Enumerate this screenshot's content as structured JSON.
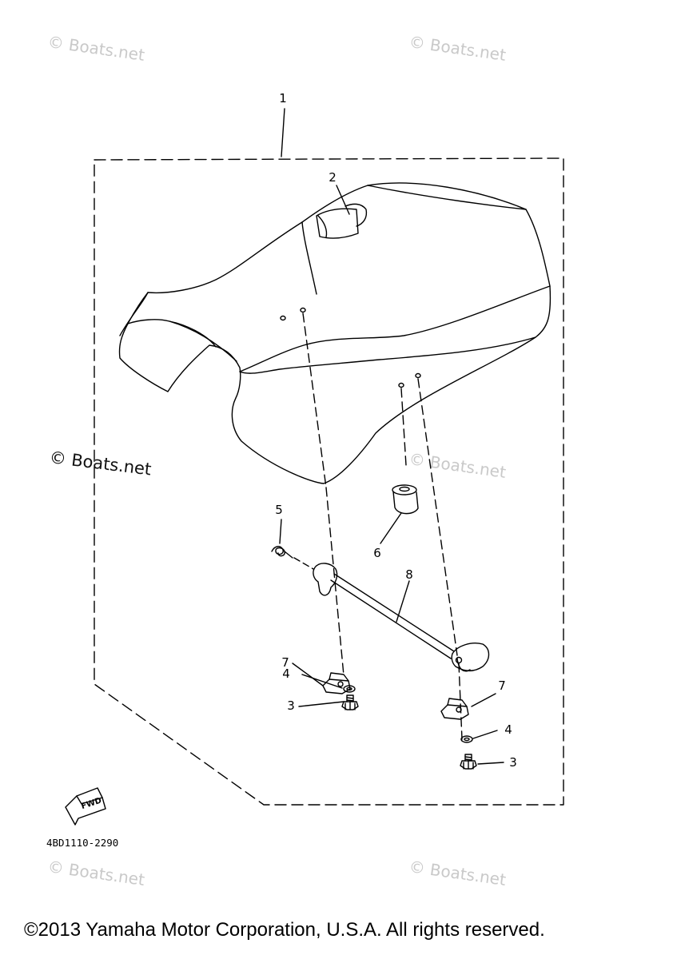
{
  "watermarks": {
    "top_left": "© Boats.net",
    "top_right": "© Boats.net",
    "mid_left": "© Boats.net",
    "mid_right": "© Boats.net",
    "bottom_left": "© Boats.net",
    "bottom_right": "© Boats.net"
  },
  "callouts": {
    "part_1": "1",
    "part_2": "2",
    "part_3a": "3",
    "part_3b": "3",
    "part_4a": "4",
    "part_4b": "4",
    "part_5": "5",
    "part_6": "6",
    "part_7a": "7",
    "part_7b": "7",
    "part_8": "8"
  },
  "fwd_label": "FWD",
  "diagram_code": "4BD1110-2290",
  "footer": "©2013 Yamaha Motor Corporation, U.S.A. All rights reserved."
}
